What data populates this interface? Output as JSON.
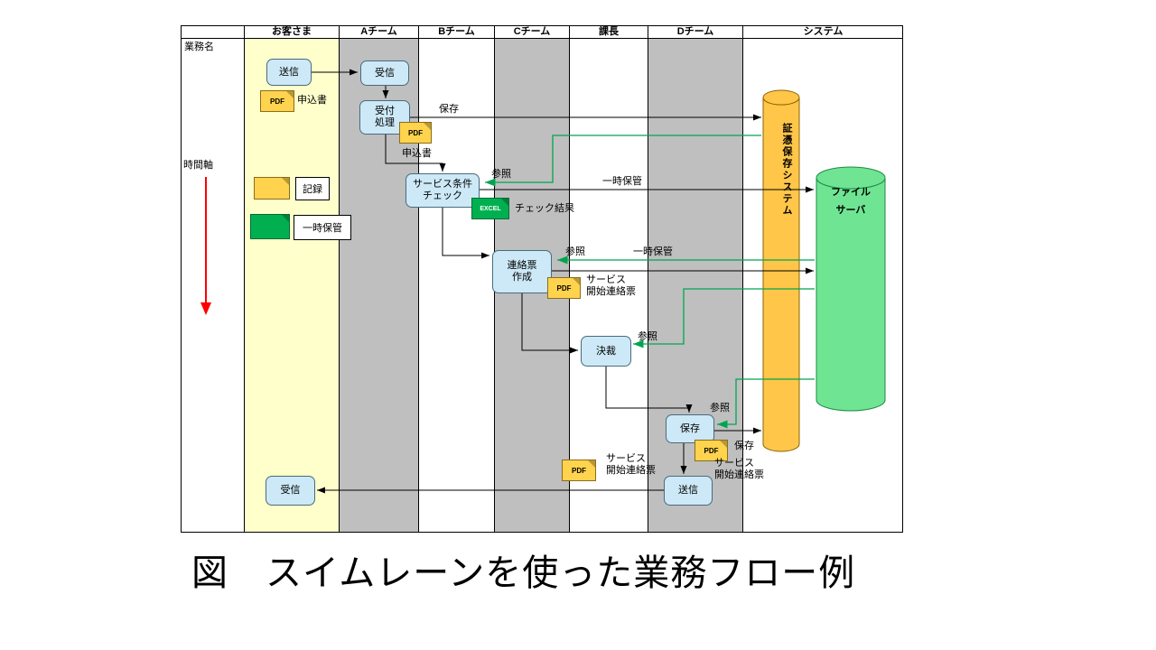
{
  "page": {
    "caption": "図　スイムレーンを使った業務フロー例"
  },
  "diagram": {
    "corner_label": "業務名",
    "time_axis": "時間軸",
    "lanes": [
      "お客さま",
      "Aチーム",
      "Bチーム",
      "Cチーム",
      "課長",
      "Dチーム",
      "システム"
    ],
    "legend": {
      "record": "記録",
      "temp_storage": "一時保管"
    },
    "activities": {
      "customer_send": "送信",
      "team_a_receive": "受信",
      "team_a_process": "受付\n処理",
      "team_b_check": "サービス条件\nチェック",
      "team_c_create": "連絡票\n作成",
      "manager_approve": "決裁",
      "team_d_save": "保存",
      "team_d_send": "送信",
      "customer_receive": "受信"
    },
    "documents": {
      "pdf_badge": "PDF",
      "excel_badge": "EXCEL",
      "application_form": "申込書",
      "check_result": "チェック結果",
      "service_start_form": "サービス\n開始連絡票"
    },
    "datastores": {
      "evidence_system": "証憑保存システム",
      "file_server": "ファイル\nサーバ"
    },
    "flow_labels": {
      "save": "保存",
      "reference": "参照",
      "temp_storage": "一時保管"
    },
    "colors": {
      "lane_customer": "#FFFFCC",
      "lane_gray": "#BFBFBF",
      "activity_fill": "#CDE9F7",
      "doc_fill": "#FFD34D",
      "excel_fill": "#00B050",
      "evidence_cylinder_fill": "#FFC649",
      "file_server_fill": "#6FE593",
      "flow_green": "#00A550",
      "time_axis_red": "#FF0000"
    }
  }
}
